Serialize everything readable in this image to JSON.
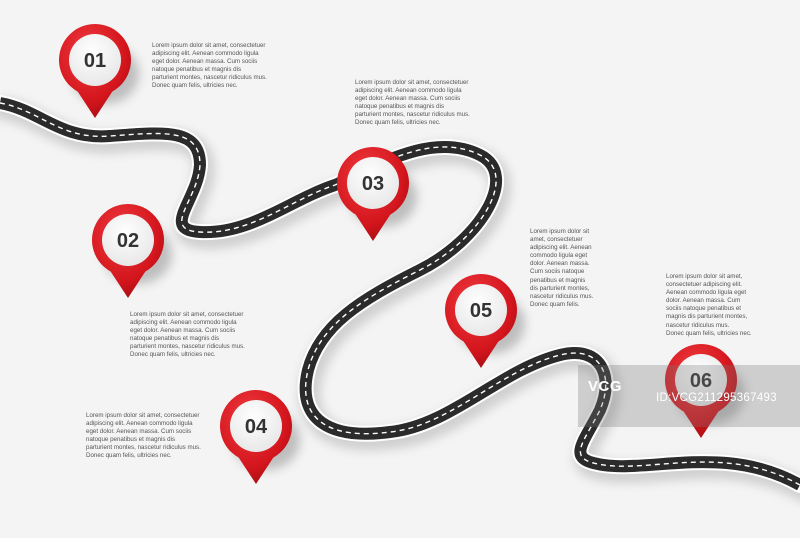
{
  "milestones": [
    {
      "number": "01",
      "color": "#d3151c"
    },
    {
      "number": "02",
      "color": "#d3151c"
    },
    {
      "number": "03",
      "color": "#d3151c"
    },
    {
      "number": "04",
      "color": "#d3151c"
    },
    {
      "number": "05",
      "color": "#d3151c"
    },
    {
      "number": "06",
      "color": "#d3151c"
    }
  ],
  "notes": {
    "n1": [
      "Lorem ipsum dolor sit amet, consectetuer",
      "adipiscing elit. Aenean commodo ligula",
      "eget dolor. Aenean massa. Cum sociis",
      "natoque penatibus et magnis dis",
      "parturient montes, nascetur ridiculus mus.",
      "Donec quam felis, ultricies nec."
    ],
    "n2": [
      "Lorem ipsum dolor sit amet, consectetuer",
      "adipiscing elit. Aenean commodo ligula",
      "eget dolor. Aenean massa. Cum sociis",
      "natoque penatibus et magnis dis",
      "parturient montes, nascetur ridiculus mus.",
      "Donec quam felis, ultricies nec."
    ],
    "n3": [
      "Lorem ipsum dolor sit amet, consectetuer",
      "adipiscing elit. Aenean commodo ligula",
      "eget dolor. Aenean massa. Cum sociis",
      "natoque penatibus et magnis dis",
      "parturient montes, nascetur ridiculus mus.",
      "Donec quam felis, ultricies nec."
    ],
    "n4": [
      "Lorem ipsum dolor sit amet, consectetuer",
      "adipiscing elit. Aenean commodo ligula",
      "eget dolor. Aenean massa. Cum sociis",
      "natoque penatibus et magnis dis",
      "parturient montes, nascetur ridiculus mus.",
      "Donec quam felis, ultricies nec."
    ],
    "n5": [
      "Lorem ipsum dolor sit",
      "amet, consectetuer",
      "adipiscing elit. Aenean",
      "commodo ligula eget",
      "dolor. Aenean massa.",
      "Cum sociis natoque",
      "penatibus et magnis",
      "dis parturient montes,",
      "nascetur ridiculus mus.",
      "Donec quam felis."
    ],
    "n6": [
      "Lorem ipsum dolor sit amet,",
      "consectetuer adipiscing elit.",
      "Aenean commodo ligula eget",
      "dolor. Aenean massa. Cum",
      "sociis natoque penatibus et",
      "magnis dis parturient montes,",
      "nascetur ridiculus mus.",
      "Donec quam felis, ultricies nec."
    ]
  },
  "colors": {
    "background": "#f4f4f4",
    "road": "#2b2b2b",
    "road_edge": "#ffffff",
    "lane": "#ffffff",
    "pin": "#d3151c",
    "text": "#555555",
    "number": "#333333"
  },
  "watermark": {
    "logo": "VCG",
    "id": "ID:VCG211295367493"
  }
}
